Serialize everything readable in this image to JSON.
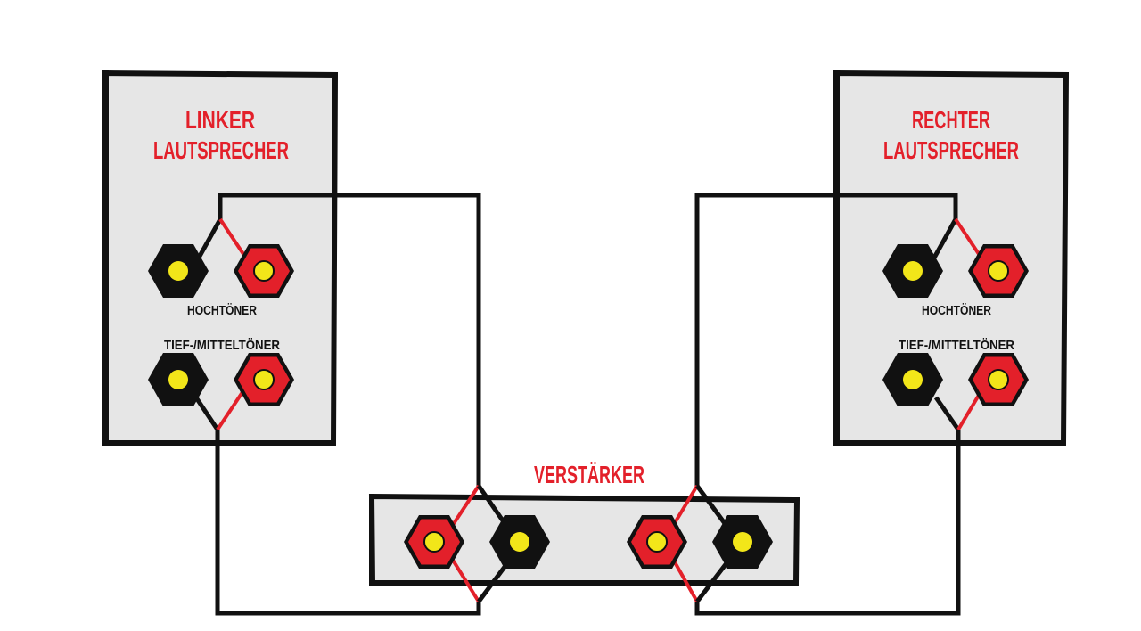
{
  "speakers": {
    "left": {
      "title_line1": "LINKER",
      "title_line2": "LAUTSPRECHER",
      "tweeter_label": "HOCHTÖNER",
      "woofer_label": "TIEF-/MITTELTÖNER"
    },
    "right": {
      "title_line1": "RECHTER",
      "title_line2": "LAUTSPRECHER",
      "tweeter_label": "HOCHTÖNER",
      "woofer_label": "TIEF-/MITTELTÖNER"
    }
  },
  "amplifier": {
    "label": "VERSTÄRKER"
  },
  "colors": {
    "positive": "#e3202a",
    "negative": "#111111",
    "terminal_core": "#f2e619",
    "panel": "#e6e6e6"
  }
}
